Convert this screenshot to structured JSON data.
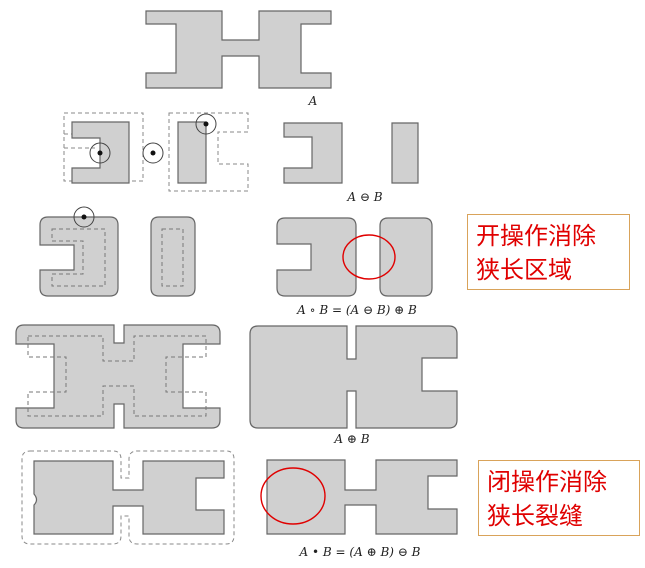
{
  "captions": {
    "a": "A",
    "erosion": "A ⊖ B",
    "opening": "A ∘ B = (A ⊖ B) ⊕ B",
    "dilation": "A ⊕ B",
    "closing": "A • B = (A ⊕ B) ⊖ B"
  },
  "annotations": {
    "opening": {
      "line1": "开操作消除",
      "line2": "狭长区域"
    },
    "closing": {
      "line1": "闭操作消除",
      "line2": "狭长裂缝"
    }
  },
  "colors": {
    "fill": "#d0d0d0",
    "stroke": "#666666",
    "dashed": "#8a8a8a",
    "highlight_circle": "#e00000",
    "annotation_text": "#e00000",
    "annotation_border": "#d9a35a"
  }
}
